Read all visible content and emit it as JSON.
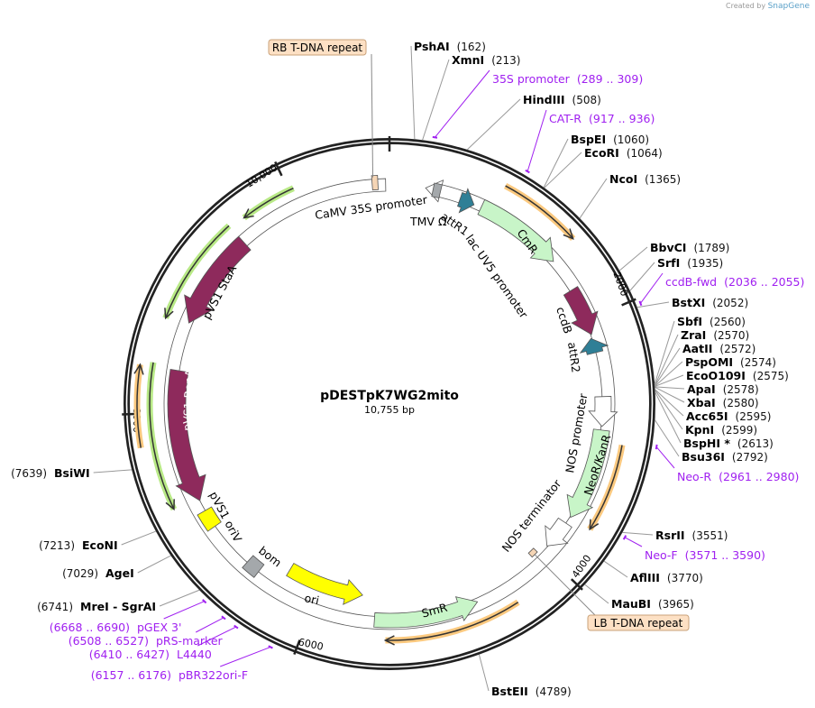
{
  "attribution": {
    "prefix": "Created by",
    "brand": "SnapGene"
  },
  "plasmid": {
    "name": "pDESTpK7WG2mito",
    "length": "10,755 bp"
  },
  "enzymes": [
    {
      "name": "PshAI",
      "pos": "(162)"
    },
    {
      "name": "XmnI",
      "pos": "(213)"
    },
    {
      "name": "HindIII",
      "pos": "(508)"
    },
    {
      "name": "BspEI",
      "pos": "(1060)"
    },
    {
      "name": "EcoRI",
      "pos": "(1064)"
    },
    {
      "name": "NcoI",
      "pos": "(1365)"
    },
    {
      "name": "BbvCI",
      "pos": "(1789)"
    },
    {
      "name": "SrfI",
      "pos": "(1935)"
    },
    {
      "name": "BstXI",
      "pos": "(2052)"
    },
    {
      "name": "SbfI",
      "pos": "(2560)"
    },
    {
      "name": "ZraI",
      "pos": "(2570)"
    },
    {
      "name": "AatII",
      "pos": "(2572)"
    },
    {
      "name": "PspOMI",
      "pos": "(2574)"
    },
    {
      "name": "EcoO109I",
      "pos": "(2575)"
    },
    {
      "name": "ApaI",
      "pos": "(2578)"
    },
    {
      "name": "XbaI",
      "pos": "(2580)"
    },
    {
      "name": "Acc65I",
      "pos": "(2595)"
    },
    {
      "name": "KpnI",
      "pos": "(2599)"
    },
    {
      "name": "BspHI *",
      "pos": "(2613)"
    },
    {
      "name": "Bsu36I",
      "pos": "(2792)"
    },
    {
      "name": "RsrII",
      "pos": "(3551)"
    },
    {
      "name": "AflIII",
      "pos": "(3770)"
    },
    {
      "name": "MauBI",
      "pos": "(3965)"
    },
    {
      "name": "BstEII",
      "pos": "(4789)"
    },
    {
      "name": "MreI  - SgrAI",
      "pos": "(6741)"
    },
    {
      "name": "AgeI",
      "pos": "(7029)"
    },
    {
      "name": "EcoNI",
      "pos": "(7213)"
    },
    {
      "name": "BsiWI",
      "pos": "(7639)"
    }
  ],
  "primers": [
    {
      "name": "35S promoter",
      "range": "(289 .. 309)"
    },
    {
      "name": "CAT-R",
      "range": "(917 .. 936)"
    },
    {
      "name": "ccdB-fwd",
      "range": "(2036 .. 2055)"
    },
    {
      "name": "Neo-R",
      "range": "(2961 .. 2980)"
    },
    {
      "name": "Neo-F",
      "range": "(3571 .. 3590)"
    },
    {
      "name": "pBR322ori-F",
      "range": "(6157 .. 6176)"
    },
    {
      "name": "L4440",
      "range": "(6410 .. 6427)"
    },
    {
      "name": "pRS-marker",
      "range": "(6508 .. 6527)"
    },
    {
      "name": "pGEX 3'",
      "range": "(6668 .. 6690)"
    }
  ],
  "features": [
    {
      "name": "CaMV 35S promoter"
    },
    {
      "name": "TMV Ω"
    },
    {
      "name": "attR1"
    },
    {
      "name": "CmR"
    },
    {
      "name": "lac UV5 promoter"
    },
    {
      "name": "ccdB"
    },
    {
      "name": "attR2"
    },
    {
      "name": "NOS promoter"
    },
    {
      "name": "NeoR/KanR"
    },
    {
      "name": "NOS terminator"
    },
    {
      "name": "SmR"
    },
    {
      "name": "ori"
    },
    {
      "name": "bom"
    },
    {
      "name": "pVS1 oriV"
    },
    {
      "name": "pVS1 RepA"
    },
    {
      "name": "pVS1 StaA"
    }
  ],
  "boxed_labels": [
    "RB T-DNA repeat",
    "LB T-DNA repeat"
  ],
  "ticks": [
    "10,000",
    "2000",
    "4000",
    "6000",
    "8000"
  ],
  "colors": {
    "primer": "#a020f0",
    "marker": "#c8f5c8",
    "maroon": "#8e2a5c",
    "teal": "#2f7f96",
    "yellow": "#ffff00",
    "orf": "#fbc97f"
  }
}
